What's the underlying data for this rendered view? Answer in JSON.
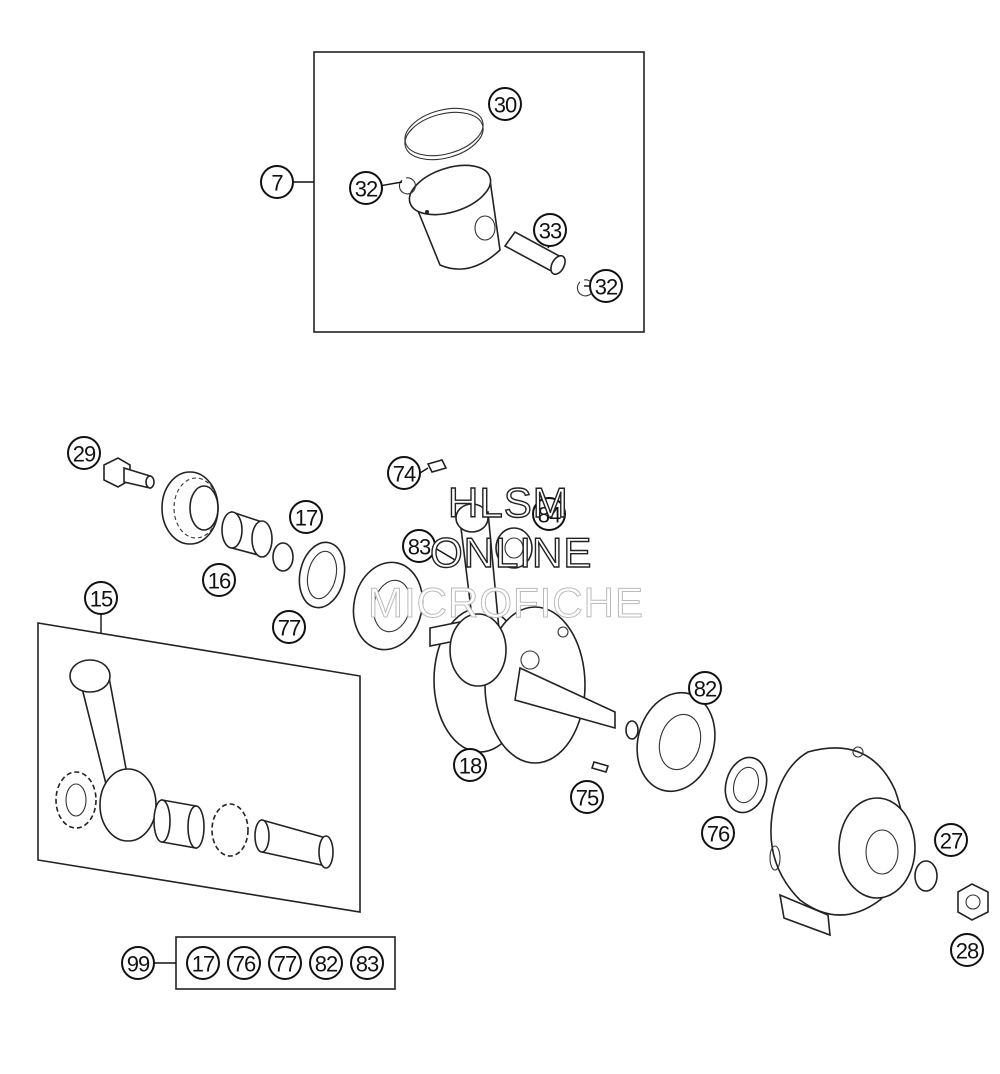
{
  "watermark": {
    "line1": "HLSM",
    "line2": "ONLINE",
    "line3": "MICROFICHE"
  },
  "callouts": {
    "c30": "30",
    "c7": "7",
    "c32a": "32",
    "c33": "33",
    "c32b": "32",
    "c29": "29",
    "c74": "74",
    "c84": "84",
    "c17": "17",
    "c83": "83",
    "c16": "16",
    "c15": "15",
    "c77": "77",
    "c82": "82",
    "c18": "18",
    "c75": "75",
    "c76": "76",
    "c27": "27",
    "c28": "28"
  },
  "kit": {
    "number": "99",
    "parts": [
      "17",
      "76",
      "77",
      "82",
      "83"
    ]
  }
}
